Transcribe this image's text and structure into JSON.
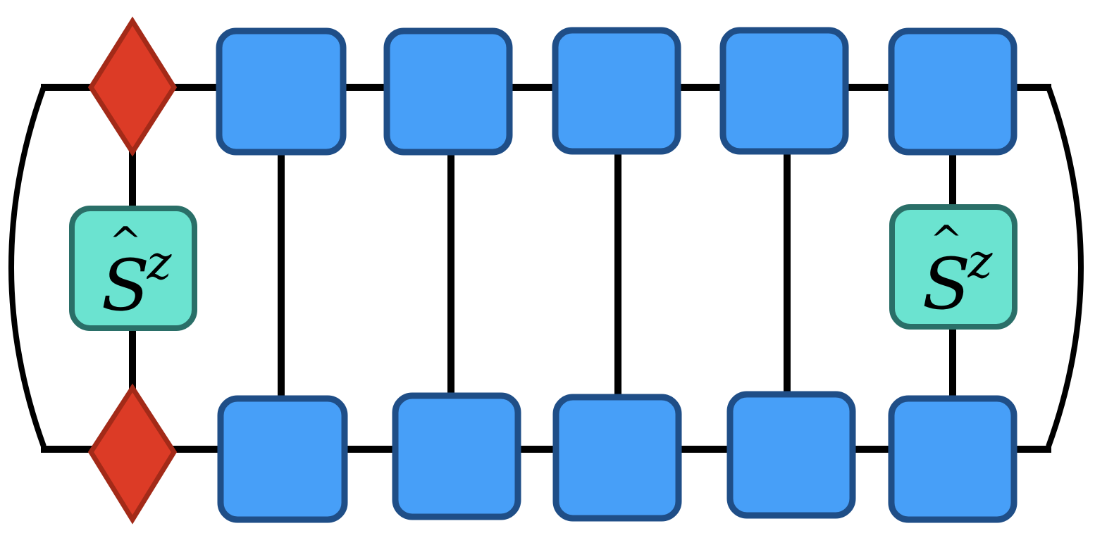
{
  "diagram": {
    "colors": {
      "background": "#ffffff",
      "wire": "#000000",
      "tensor_fill": "#479ff8",
      "tensor_stroke": "#1f4e87",
      "diamond_fill": "#dc3b26",
      "diamond_stroke": "#a32a18",
      "operator_fill": "#6be3d0",
      "operator_stroke": "#2a6f68"
    },
    "top_row": {
      "tensors": [
        {
          "id": "top-1"
        },
        {
          "id": "top-2"
        },
        {
          "id": "top-3"
        },
        {
          "id": "top-4"
        },
        {
          "id": "top-5"
        }
      ]
    },
    "bottom_row": {
      "tensors": [
        {
          "id": "bottom-1"
        },
        {
          "id": "bottom-2"
        },
        {
          "id": "bottom-3"
        },
        {
          "id": "bottom-4"
        },
        {
          "id": "bottom-5"
        }
      ]
    },
    "operators": {
      "left": {
        "symbol": "S",
        "superscript": "z",
        "hat": "^"
      },
      "right": {
        "symbol": "S",
        "superscript": "z",
        "hat": "^"
      }
    }
  }
}
